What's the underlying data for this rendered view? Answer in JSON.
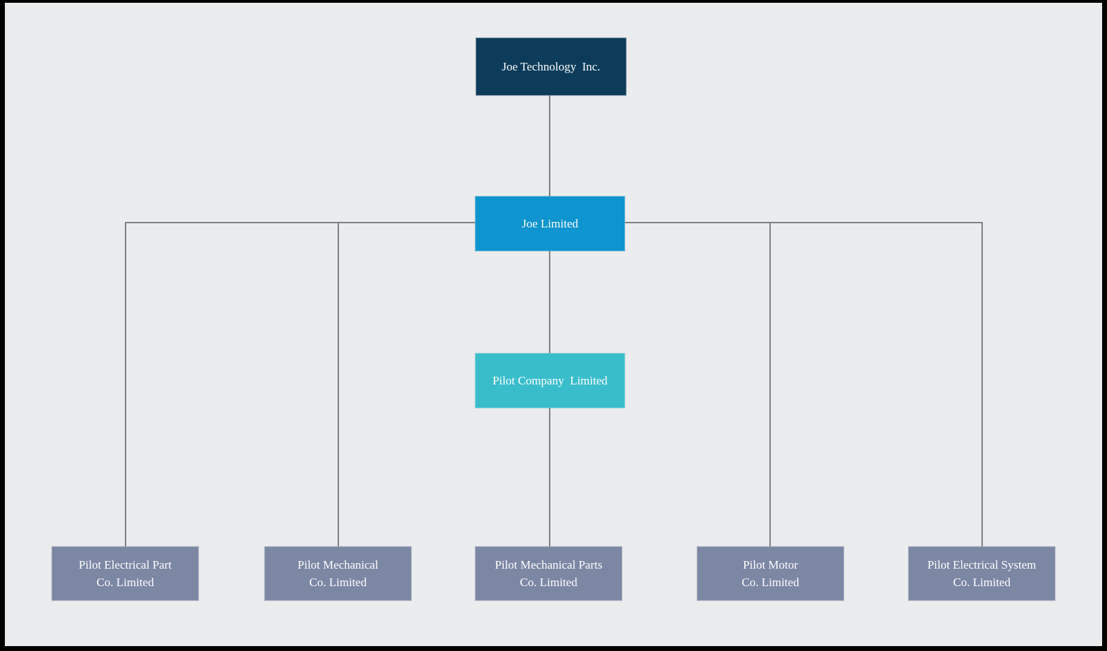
{
  "colors": {
    "page-border": "#000000",
    "canvas-bg": "#ebecee",
    "connector": "#7f7f7f",
    "level1": "#0d3c5a",
    "level2": "#0e94ce",
    "level3": "#3abdcb",
    "level4": "#7c87a4",
    "node-text": "#ffffff"
  },
  "org_chart": {
    "type": "organizational-chart",
    "nodes": {
      "root": {
        "label": "Joe Technology  Inc.",
        "level": 1
      },
      "joe": {
        "label": "Joe Limited",
        "level": 2
      },
      "pilot": {
        "label": "Pilot Company  Limited",
        "level": 3
      },
      "leaf1": {
        "line1": "Pilot Electrical Part",
        "line2": "Co. Limited",
        "level": 4
      },
      "leaf2": {
        "line1": "Pilot Mechanical",
        "line2": "Co. Limited",
        "level": 4
      },
      "leaf3": {
        "line1": "Pilot Mechanical Parts",
        "line2": "Co. Limited",
        "level": 4
      },
      "leaf4": {
        "line1": "Pilot Motor",
        "line2": "Co. Limited",
        "level": 4
      },
      "leaf5": {
        "line1": "Pilot Electrical System",
        "line2": "Co. Limited",
        "level": 4
      }
    },
    "edges": [
      "Joe Technology Inc. -> Joe Limited",
      "Joe Limited -> Pilot Company Limited",
      "Joe Limited -> Pilot Electrical Part Co. Limited",
      "Joe Limited -> Pilot Mechanical Co. Limited",
      "Pilot Company Limited -> Pilot Mechanical Parts Co. Limited",
      "Joe Limited -> Pilot Motor Co. Limited",
      "Joe Limited -> Pilot Electrical System Co. Limited"
    ]
  }
}
